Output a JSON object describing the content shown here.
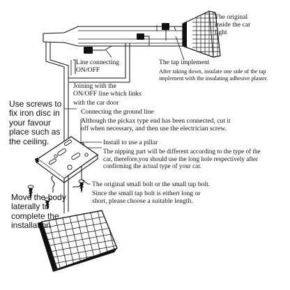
{
  "labels": {
    "original_light": [
      "The original",
      "inside the car",
      "light"
    ],
    "tap_implement_title": "The tap implement",
    "tap_implement_note": [
      "After taking down, insulate one side of the tap",
      "implement with the insulating adhesive plaster."
    ],
    "line_connecting": [
      "Line connecting",
      "ON/OFF"
    ],
    "joining": [
      "Joining with the",
      "ON/OFF line which links",
      "with the car door"
    ],
    "screws": [
      "Use screws to",
      "fix iron disc in",
      "your favour",
      "place such as",
      "the ceiling."
    ],
    "ground_title": "Connecting the ground line",
    "ground_note": [
      "Although the pickax type end has been connected, cut it",
      "off when necessary, and then use the electrician screw."
    ],
    "pillar_title": "Install to use a pillar",
    "pillar_note": [
      "The nipping part will be different according to the type of the",
      "car, therefore,you should use the long hole  respectively after",
      "confirming the actual type of your car."
    ],
    "bolt_title": "The original small bolt or the small tap bolt.",
    "bolt_note": [
      "Since  the small tap bolt is eithert long or",
      "short, please choose a  suitable length."
    ],
    "move_body": [
      "Move the body",
      "laterally to",
      "complete the",
      "installation"
    ]
  },
  "colors": {
    "line": "#111111",
    "fill": "#ffffff",
    "connector": "#111111"
  },
  "icons": [
    "car-light-icon",
    "tap-connector-icon",
    "mounting-plate-icon",
    "screw-icon",
    "led-panel-icon",
    "ground-terminal-icon"
  ]
}
